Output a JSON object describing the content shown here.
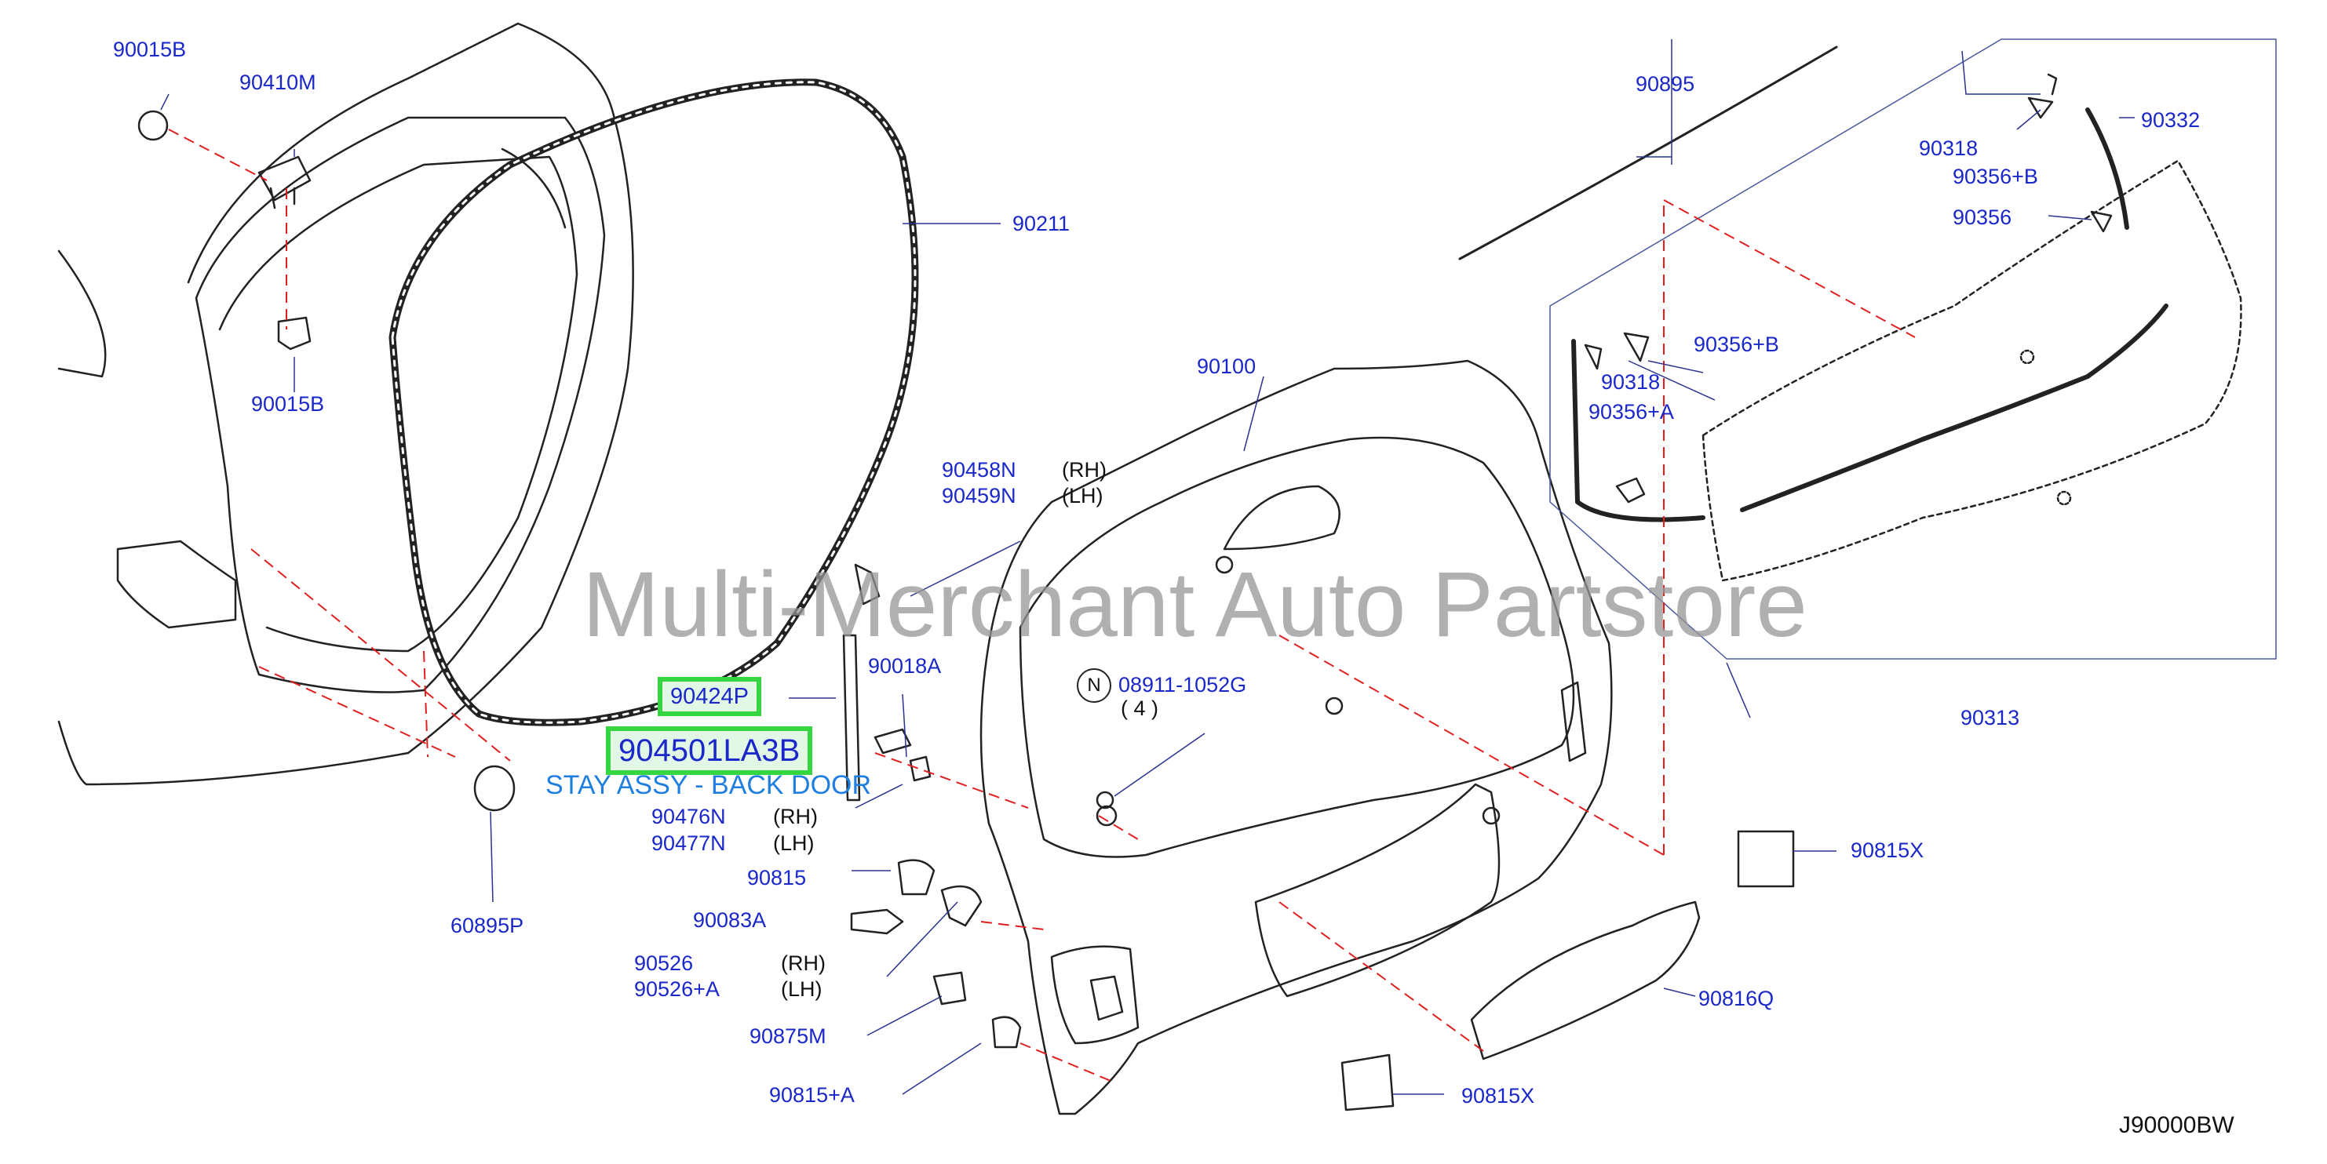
{
  "parts": {
    "p90015B_top": "90015B",
    "p90410M": "90410M",
    "p90015B_bottom": "90015B",
    "p90211": "90211",
    "p60895P": "60895P",
    "p90458N": "90458N",
    "p90459N": "90459N",
    "rh1": "(RH)",
    "lh1": "(LH)",
    "p90018A": "90018A",
    "p90424P": "90424P",
    "p904501LA3B": "904501LA3B",
    "stay_desc": "STAY ASSY - BACK DOOR",
    "p90476N": "90476N",
    "p90477N": "90477N",
    "rh2": "(RH)",
    "lh2": "(LH)",
    "p90815": "90815",
    "p90083A": "90083A",
    "p90526": "90526",
    "p90526A": "90526+A",
    "rh3": "(RH)",
    "lh3": "(LH)",
    "p90875M": "90875M",
    "p90815A": "90815+A",
    "p90100": "90100",
    "n_badge": "N",
    "p08911": "08911-1052G",
    "qty": "( 4 )",
    "p90895": "90895",
    "p90318_top": "90318",
    "p90332": "90332",
    "p90356B_top": "90356+B",
    "p90356": "90356",
    "p90356B_mid": "90356+B",
    "p90318_mid": "90318",
    "p90356A": "90356+A",
    "p90313": "90313",
    "p90815X_right": "90815X",
    "p90816Q": "90816Q",
    "p90815X_bottom": "90815X",
    "diagram_code": "J90000BW"
  },
  "watermark": "Multi-Merchant Auto Partstore",
  "colors": {
    "label": "#1a27c9",
    "highlight_border": "#35d63f",
    "description": "#1f7fe0",
    "guide_line": "#e02020",
    "drawing": "#222222"
  }
}
